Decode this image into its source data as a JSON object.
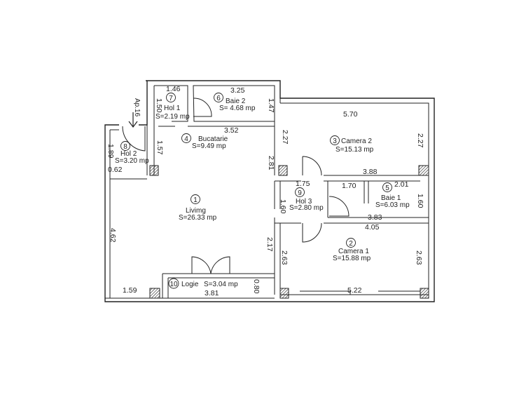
{
  "apartment_label": "Ap.16",
  "rooms": [
    {
      "num": "1",
      "name": "Livimg",
      "area": "S=26.33  mp"
    },
    {
      "num": "2",
      "name": "Camera  1",
      "area": "S=15.88  mp"
    },
    {
      "num": "3",
      "name": "Camera  2",
      "area": "S=15.13  mp"
    },
    {
      "num": "4",
      "name": "Bucatarie",
      "area": "S=9.49  mp"
    },
    {
      "num": "5",
      "name": "Baie  1",
      "area": "S=6.03    mp"
    },
    {
      "num": "6",
      "name": "Baie  2",
      "area": "S=  4.68  mp"
    },
    {
      "num": "7",
      "name": "Hol  1",
      "area": "S=2.19  mp"
    },
    {
      "num": "8",
      "name": "Hol  2",
      "area": "S=3.20  mp"
    },
    {
      "num": "9",
      "name": "Hol  3",
      "area": "S=2.80  mp"
    },
    {
      "num": "10",
      "name": "Logie",
      "area": "S=3.04  mp"
    }
  ],
  "dimensions": {
    "hol1_width": "1.46",
    "hol1_height": "1.50",
    "baie2_width": "3.25",
    "baie2_height": "1.47",
    "bucatarie_width": "3.52",
    "bucatarie_left": "1.57",
    "bucatarie_right": "2.27",
    "hol2_height": "1.89",
    "hol2_bottom": "0.62",
    "camera2_width": "5.70",
    "camera2_height": "2.27",
    "living_right": "2.81",
    "living_left": "4.62",
    "living_bottom": "1.59",
    "living_right_lower": "2.17",
    "hol3_width": "1.75",
    "hol3_height": "1.60",
    "baie1_top": "3.88",
    "baie1_inner": "1.70",
    "baie1_width": "2.01",
    "baie1_height": "1.60",
    "baie1_bottom": "3.83",
    "camera1_width": "4.05",
    "camera1_left": "2.63",
    "camera1_right": "2.63",
    "camera1_bottom": "5.22",
    "logie_width": "3.81",
    "logie_height": "0.80"
  }
}
